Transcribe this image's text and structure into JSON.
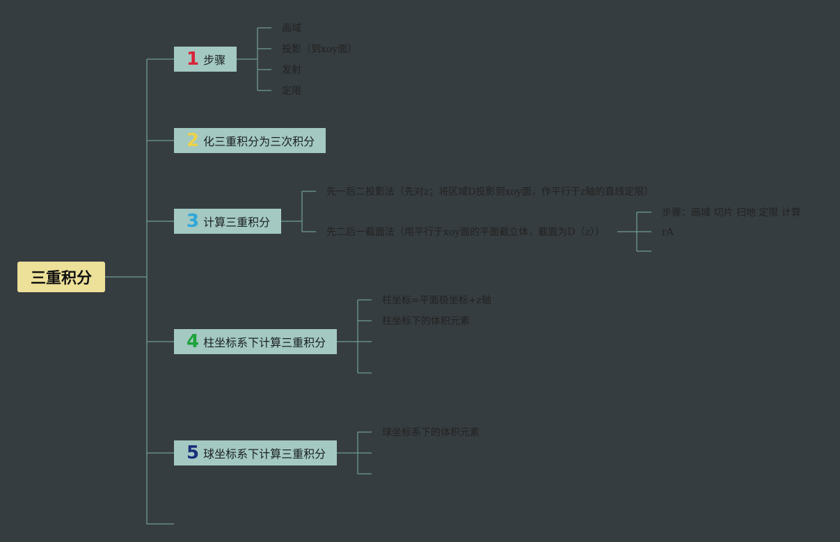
{
  "root": {
    "label": "三重积分"
  },
  "branches": [
    {
      "num": "1",
      "num_color": "#d8233a",
      "label": "步骤",
      "children": [
        "画域",
        "投影（到xoy面）",
        "发射",
        "定限"
      ]
    },
    {
      "num": "2",
      "num_color": "#ecd24a",
      "label": "化三重积分为三次积分",
      "children": []
    },
    {
      "num": "3",
      "num_color": "#2ea6d9",
      "label": "计算三重积分",
      "children": [
        "先一后二投影法（先对z；将区域D投影到xoy面，作平行于z轴的直线定限）",
        "先二后一截面法（用平行于xoy面的平面截立体，截面为D（z））"
      ],
      "sub": [
        "步骤：画域 切片 扫地 定限 计算",
        "rA"
      ]
    },
    {
      "num": "4",
      "num_color": "#1ea23b",
      "label": "柱坐标系下计算三重积分",
      "children": [
        "柱坐标=平面极坐标+z轴",
        "柱坐标下的体积元素"
      ]
    },
    {
      "num": "5",
      "num_color": "#1a2c7a",
      "label": "球坐标系下计算三重积分",
      "children": [
        "球坐标系下的体积元素"
      ]
    }
  ]
}
